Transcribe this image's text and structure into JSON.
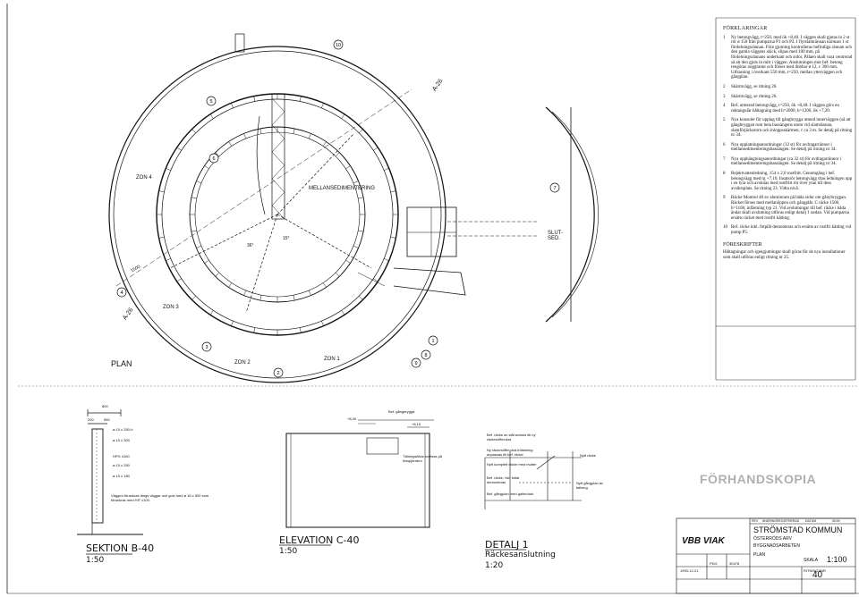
{
  "legend": {
    "heading": "FÖRKLARINGAR",
    "notes": [
      {
        "n": "1",
        "text": "Ny betongvägg, t=250, med ök +8,40. I väggen skall gjutas in 2 st rör ø 150 från pumparna P1 och P2. I flytslamrännan närmast 1 st fördelningsrännan. Före gjutning kontrolleras befintliga rännan och den gamla väggens skick, slipas med 100 mm, på fördelningsrännans underkant och sidor. Pålaen skall vara centrerad så att den gjuts in mitt i väggen. Anslutningen mot bef. betong rengöras noggrannt och förses med dubbar ø 12, c 300 mm. Utfrasning i överkant 550 mm, t=250, mellan ytterväggen och gångplan."
      },
      {
        "n": "2",
        "text": "Skärmvägg, se ritning 26."
      },
      {
        "n": "3",
        "text": "Skärmvägg, se ritning 26."
      },
      {
        "n": "4",
        "text": "Bef. armerad betongvägg, t=250, ök +8,40. I väggen görs en rektangulär håltagning med b=2000, h=1200, ök +7,20."
      },
      {
        "n": "5",
        "text": "Nya konsoler för upplag till gångbrygga utmed innerväggen (så att gångbryggan rum hela bassängens utom vid slamrännan, slamförjäckerorn och inloppsskärmen, c ca 3 m. Se detalj på ritning nr 34."
      },
      {
        "n": "6",
        "text": "Nya upplatningsanordningar (32 st) för avdragarrännor i mellansedimenteringsbassängen. Se detalj på ritning nr 34."
      },
      {
        "n": "7",
        "text": "Nya upphängningsanordningar (ca 32 st) för avdragarrännor i mellansedimenteringsbassängen. Se detalj på ritning nr 34."
      },
      {
        "n": "8",
        "text": "Rejektvattenledning, 154 x 2,0 rostfritt. Genomgång i bef. betongvägg med rg +7,10. Insatsrör betongvägg dras ledningen upp i en lyra och avslutas med rostfritt rör över ytan till dess avsiktsplats. Se ritning 23. Vidta nivå."
      },
      {
        "n": "9",
        "text": "Räcke Montrel 40 av aluminium på båda sidor om gånybryggan. Räcket förses med mellanöppen och gångplåt. C räcke 1500, h=1100, infästning typ 21. Vid avslutningar till bef. räcke i båda ändar skall avslutning utföras enligt detalj 1 nedan. Vid pumparna ersätts räcket med rostfri kätting."
      },
      {
        "n": "10",
        "text": "Bef. räcke inkl. fotplåt demonteras och ersätts av rostfri kätting vid pump P5."
      }
    ],
    "regulations_heading": "FÖRESKRIFTER",
    "regulations_text": "Håltagningar och igengjutningar skall göras för de nya installationer som skall utföras enligt ritning nr 25."
  },
  "plan": {
    "label": "PLAN",
    "center_label": "MELLANSEDIMENTERING",
    "zones": [
      "ZON 1",
      "ZON 2",
      "ZON 3",
      "ZON 4"
    ],
    "section_marks": [
      "A-26",
      "A-26"
    ],
    "slutsed": "SLUT-SED.",
    "callouts": [
      "1",
      "2",
      "3",
      "4",
      "5",
      "6",
      "7",
      "8",
      "9",
      "10"
    ],
    "angles": [
      "36°",
      "15°"
    ],
    "dim": "1500"
  },
  "sections": {
    "section": {
      "title": "SEKTION B-40",
      "scale": "1:50"
    },
    "elevation": {
      "title": "ELEVATION C-40",
      "scale": "1:50"
    },
    "detail": {
      "title": "DETALJ 1",
      "subtitle": "Räckesanslutning",
      "scale": "1:20"
    }
  },
  "section_notes": {
    "dims": [
      "800",
      "200",
      "550"
    ],
    "rebar": [
      "ø 10 c 250-h",
      "ø 10 c 300",
      "HPG 4160",
      "ø 10 c 250",
      "ø 10 c 180"
    ],
    "wall_note": "Väggen förankras längs väggar och golv med ø 16 c 500 som förankras med HIT c100."
  },
  "elevation_notes": {
    "top": "Bef. gångbrygga",
    "levels": [
      "+8,40",
      "+8,15"
    ],
    "note": "Tätningsfläns svetsas på hisspjärnbro"
  },
  "detail_notes": {
    "left": [
      "Bef. räcke av stål avsluts till ny räckesöffmokra",
      "Ny räckesöffmokra infästning anpassas till bef. räcke",
      "Nytt komplett räcke med mutter",
      "Bef. räcke, hkl. fotlat demonteras",
      "Bef. gångplan med gallerdurk"
    ],
    "right": [
      "Nytt räcke",
      "Nytt gångplan av fallning"
    ]
  },
  "stamp": "FÖRHANDSKOPIA",
  "title_block": {
    "company": "VBB VIAK",
    "client": "STRÖMSTAD KOMMUN",
    "project": "ÖSTERRÖDS ARV",
    "subject": "BYGGNADSARBETEN",
    "drawing_type": "PLAN",
    "scale_label": "SKALA",
    "scale": "1:100",
    "drawing_no_label": "RITNINGSNR",
    "drawing_no": "40",
    "date": "1993-12-21",
    "sign": "PDG",
    "proj_no": "30478",
    "rev_headers": [
      "REV",
      "ÄNDRING",
      "REGISTRERAD",
      "DATUM",
      "SIGN"
    ]
  },
  "colors": {
    "line": "#111111",
    "stamp": "#b0b0b0"
  }
}
